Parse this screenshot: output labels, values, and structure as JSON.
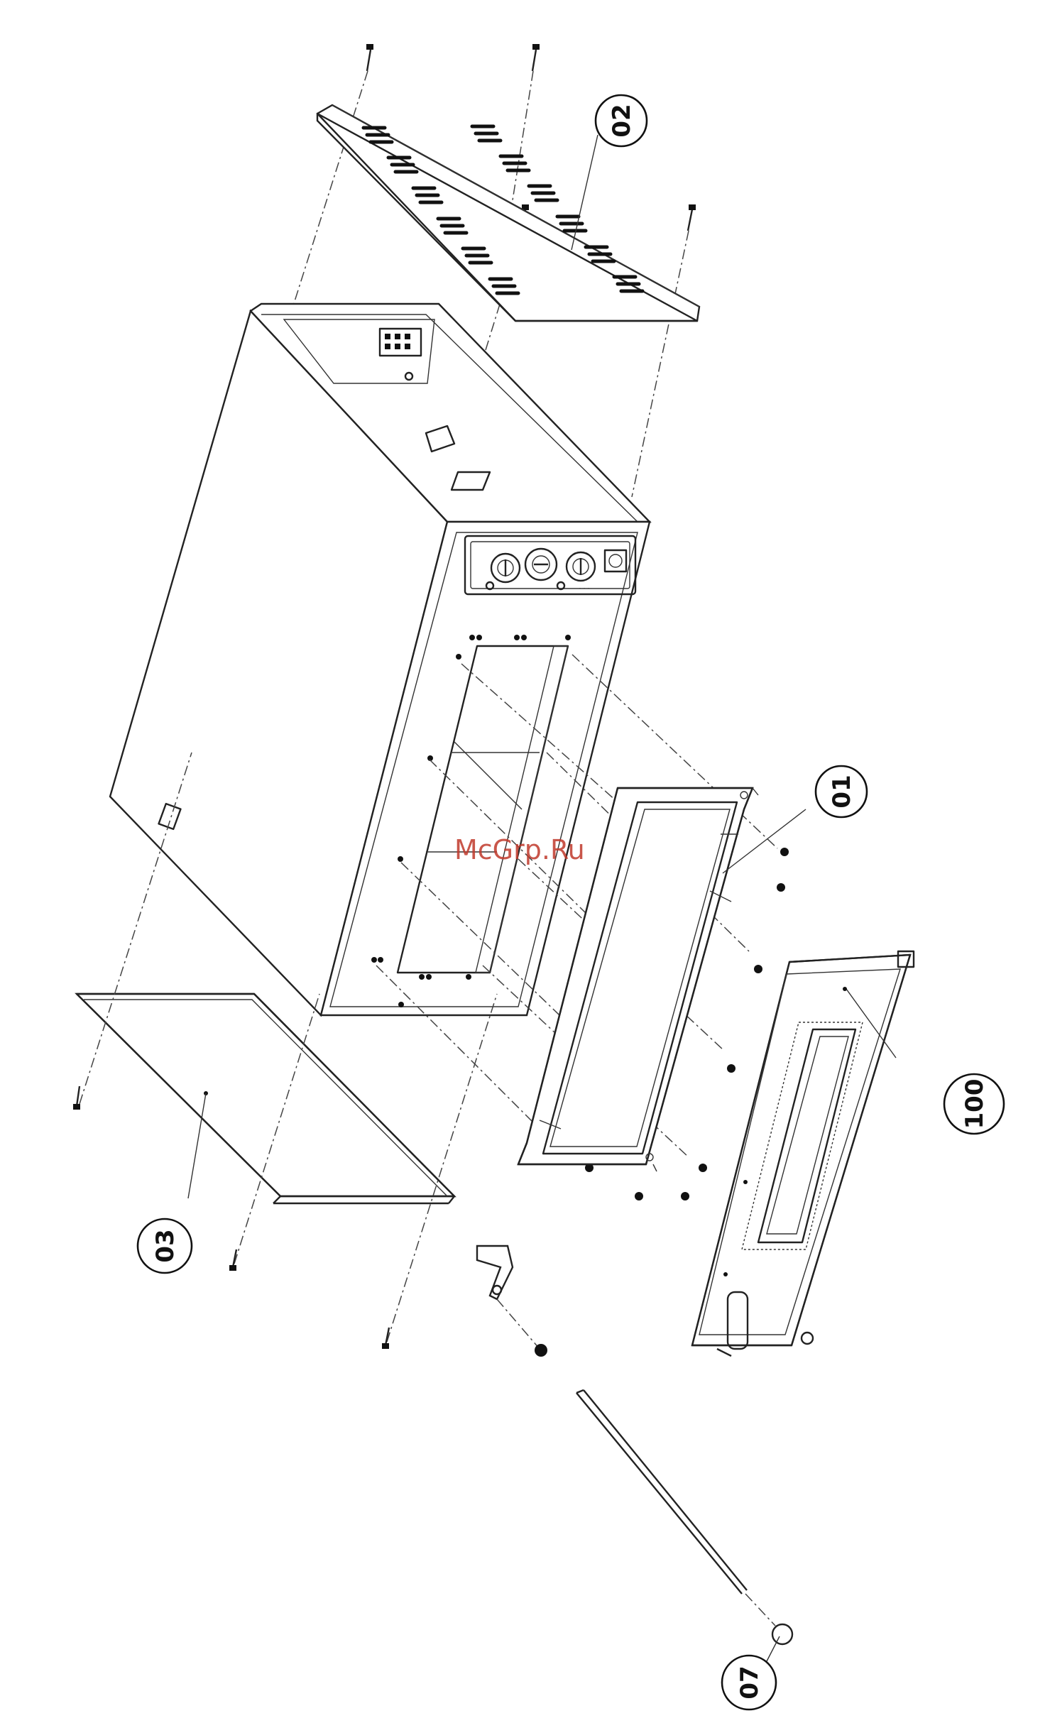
{
  "callouts": [
    {
      "id": "01",
      "label": "01"
    },
    {
      "id": "02",
      "label": "02"
    },
    {
      "id": "03",
      "label": "03"
    },
    {
      "id": "07",
      "label": "07"
    },
    {
      "id": "100",
      "label": "100"
    }
  ],
  "watermark": "McGrp.Ru"
}
